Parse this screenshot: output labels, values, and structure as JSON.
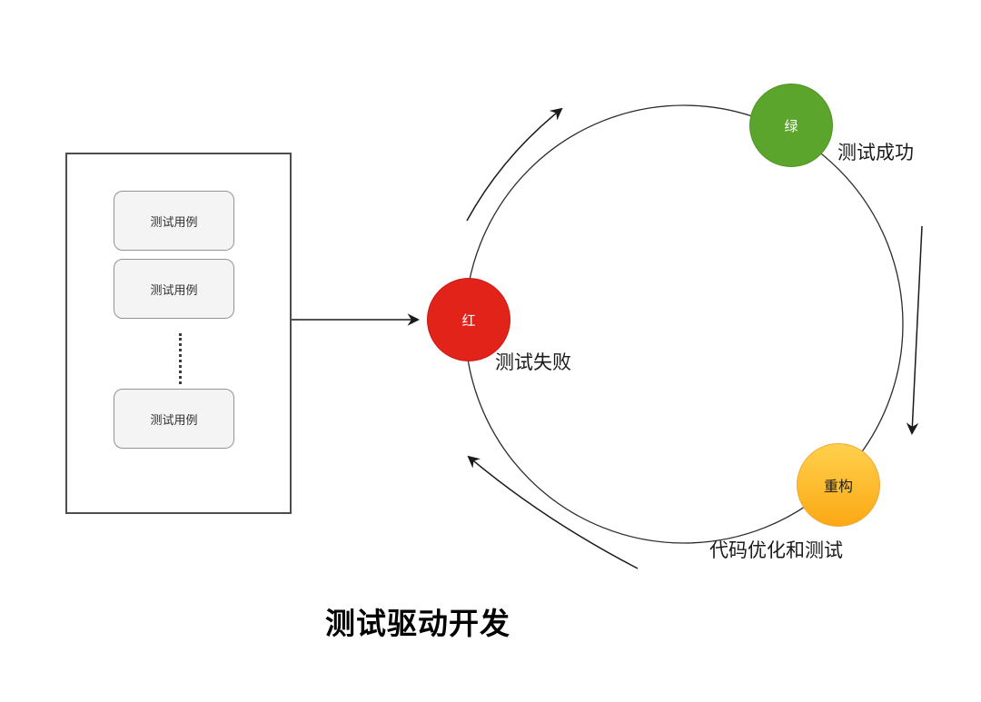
{
  "title": "测试驱动开发",
  "test_case_panel": {
    "items": [
      {
        "label": "测试用例"
      },
      {
        "label": "测试用例"
      },
      {
        "label": "测试用例"
      }
    ]
  },
  "cycle": {
    "direction": "clockwise",
    "nodes": [
      {
        "id": "red",
        "label": "红",
        "caption": "测试失败",
        "color": "#E2231A",
        "text_color": "#FFFFFF"
      },
      {
        "id": "green",
        "label": "绿",
        "caption": "测试成功",
        "color": "#5BA52C",
        "text_color": "#FFFFFF"
      },
      {
        "id": "refactor",
        "label": "重构",
        "caption": "代码优化和测试",
        "color_top": "#FFD04D",
        "color_bottom": "#FBA914",
        "text_color": "#1F1F1F"
      }
    ],
    "line_color": "#222222"
  }
}
